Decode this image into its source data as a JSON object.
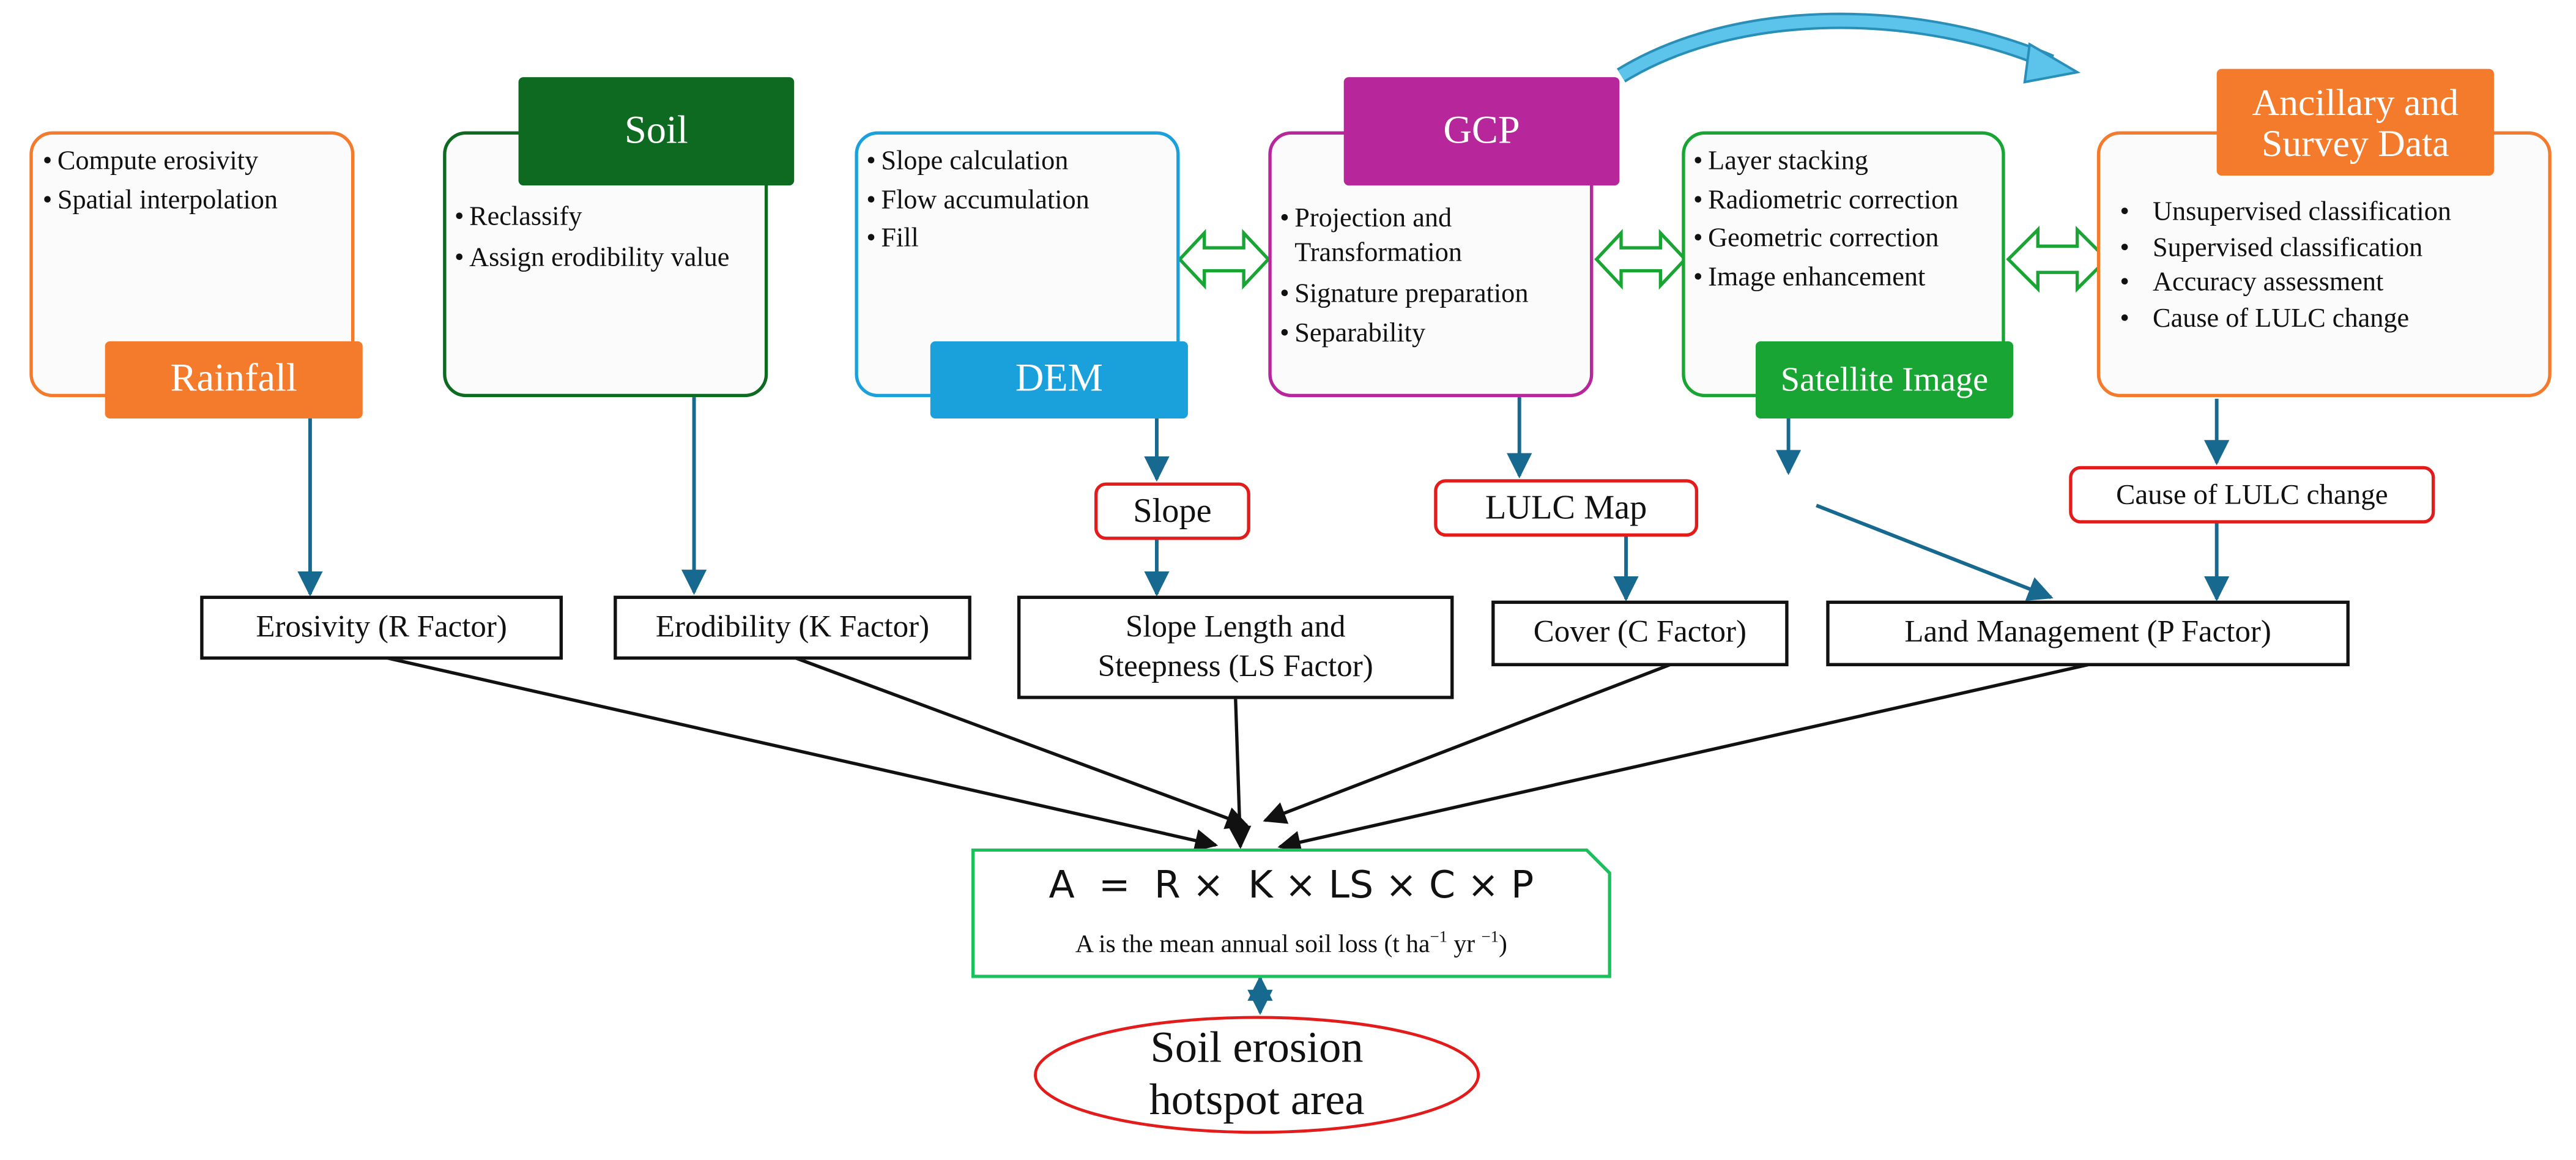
{
  "colors": {
    "orange": "#f47a2c",
    "dark_green": "#0e6a21",
    "blue": "#1aa1db",
    "magenta": "#b7269a",
    "green": "#18a533",
    "red": "#e31b1b",
    "teal_arrow": "#17698f",
    "curved_arrow": "#4bb8e2"
  },
  "sources": {
    "rainfall": {
      "title": "Rainfall",
      "items": [
        "Compute erosivity",
        "Spatial interpolation"
      ]
    },
    "soil": {
      "title": "Soil",
      "items": [
        "Reclassify",
        "Assign erodibility value"
      ]
    },
    "dem": {
      "title": "DEM",
      "items": [
        "Slope calculation",
        "Flow accumulation",
        "Fill"
      ]
    },
    "gcp": {
      "title": "GCP",
      "items": [
        "Projection and Transformation",
        "Signature preparation",
        "Separability"
      ]
    },
    "satellite": {
      "title": "Satellite Image",
      "items": [
        "Layer stacking",
        "Radiometric correction",
        "Geometric correction",
        "Image enhancement"
      ]
    },
    "ancillary": {
      "title": "Ancillary and Survey Data",
      "items": [
        "Unsupervised classification",
        "Supervised classification",
        "Accuracy assessment",
        "Cause of LULC change"
      ]
    }
  },
  "intermediate": {
    "slope": "Slope",
    "lulc_map": "LULC Map",
    "cause_lulc": "Cause of LULC change"
  },
  "factors": {
    "r": "Erosivity (R Factor)",
    "k": "Erodibility (K Factor)",
    "ls": "Slope Length and Steepness  (LS Factor)",
    "c": "Cover (C Factor)",
    "p": "Land Management (P Factor)"
  },
  "equation": {
    "formula": "A  =  R ×  K × LS × C × P",
    "description_main": "A is the mean annual soil loss (t ha",
    "sup1": "−1",
    "middle": " yr ",
    "sup2": "−1",
    "close": ")"
  },
  "output": "Soil erosion hotspot area"
}
